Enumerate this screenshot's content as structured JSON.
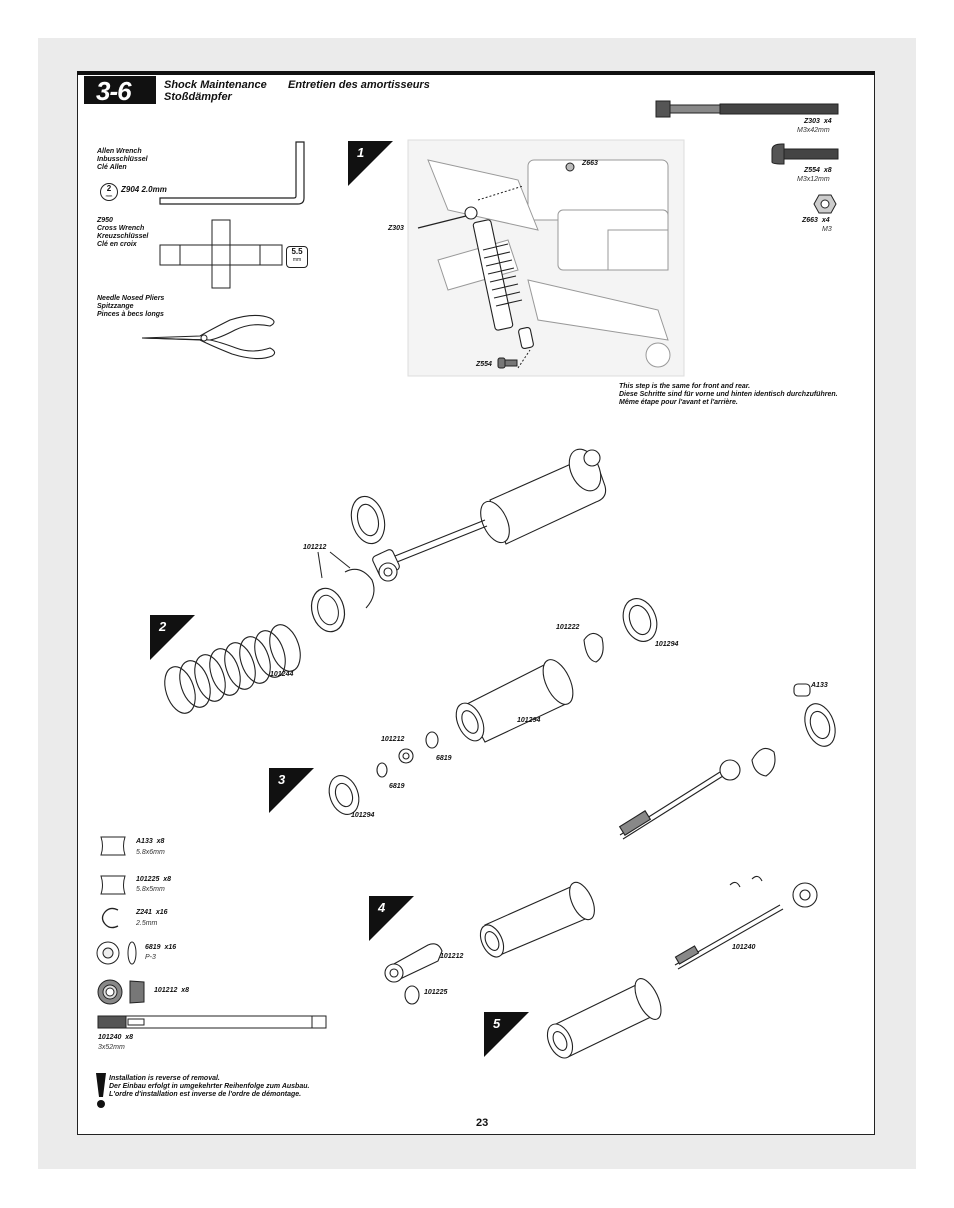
{
  "header": {
    "step_number": "3-6",
    "title_en": "Shock Maintenance",
    "title_fr": "Entretien des amortisseurs",
    "title_de": "Stoßdämpfer"
  },
  "tools": {
    "allen": {
      "en": "Allen Wrench",
      "de": "Inbusschlüssel",
      "fr": "Clé Allen",
      "size_badge": "2",
      "size_unit": "mm",
      "code": "Z904 2.0mm"
    },
    "cross": {
      "code": "Z950",
      "en": "Cross Wrench",
      "de": "Kreuzschlüssel",
      "fr": "Clé en croix",
      "size_badge": "5.5",
      "size_unit": "mm"
    },
    "pliers": {
      "en": "Needle Nosed Pliers",
      "de": "Spitzzange",
      "fr": "Pinces à becs longs"
    }
  },
  "hardware_top": [
    {
      "code": "Z303",
      "qty": "x4",
      "spec": "M3x42mm"
    },
    {
      "code": "Z554",
      "qty": "x8",
      "spec": "M3x12mm"
    },
    {
      "code": "Z663",
      "qty": "x4",
      "spec": "M3"
    }
  ],
  "steps": [
    "1",
    "2",
    "3",
    "4",
    "5"
  ],
  "step1": {
    "labels": [
      "Z663",
      "Z303",
      "Z554"
    ],
    "note_en": "This step is the same for front and rear.",
    "note_de": "Diese Schritte sind für vorne und hinten identisch durchzuführen.",
    "note_fr": "Même étape pour l'avant et l'arrière."
  },
  "step2": {
    "labels": [
      "101212",
      "101244"
    ]
  },
  "step3": {
    "labels": [
      "101222",
      "101294",
      "101294",
      "101212",
      "6819",
      "6819",
      "101294",
      "A133"
    ]
  },
  "step4": {
    "labels": [
      "101212",
      "101225",
      "101240"
    ]
  },
  "parts_list": [
    {
      "code": "A133",
      "qty": "x8",
      "spec": "5.8x6mm"
    },
    {
      "code": "101225",
      "qty": "x8",
      "spec": "5.8x5mm"
    },
    {
      "code": "Z241",
      "qty": "x16",
      "spec": "2.5mm"
    },
    {
      "code": "6819",
      "qty": "x16",
      "spec": "P-3"
    },
    {
      "code": "101212",
      "qty": "x8",
      "spec": ""
    },
    {
      "code": "101240",
      "qty": "x8",
      "spec": "3x52mm"
    }
  ],
  "warning": {
    "en": "Installation is reverse of removal.",
    "de": "Der Einbau erfolgt in umgekehrter Reihenfolge zum Ausbau.",
    "fr": "L'ordre d'installation est inverse de l'ordre de démontage."
  },
  "page_number": "23"
}
